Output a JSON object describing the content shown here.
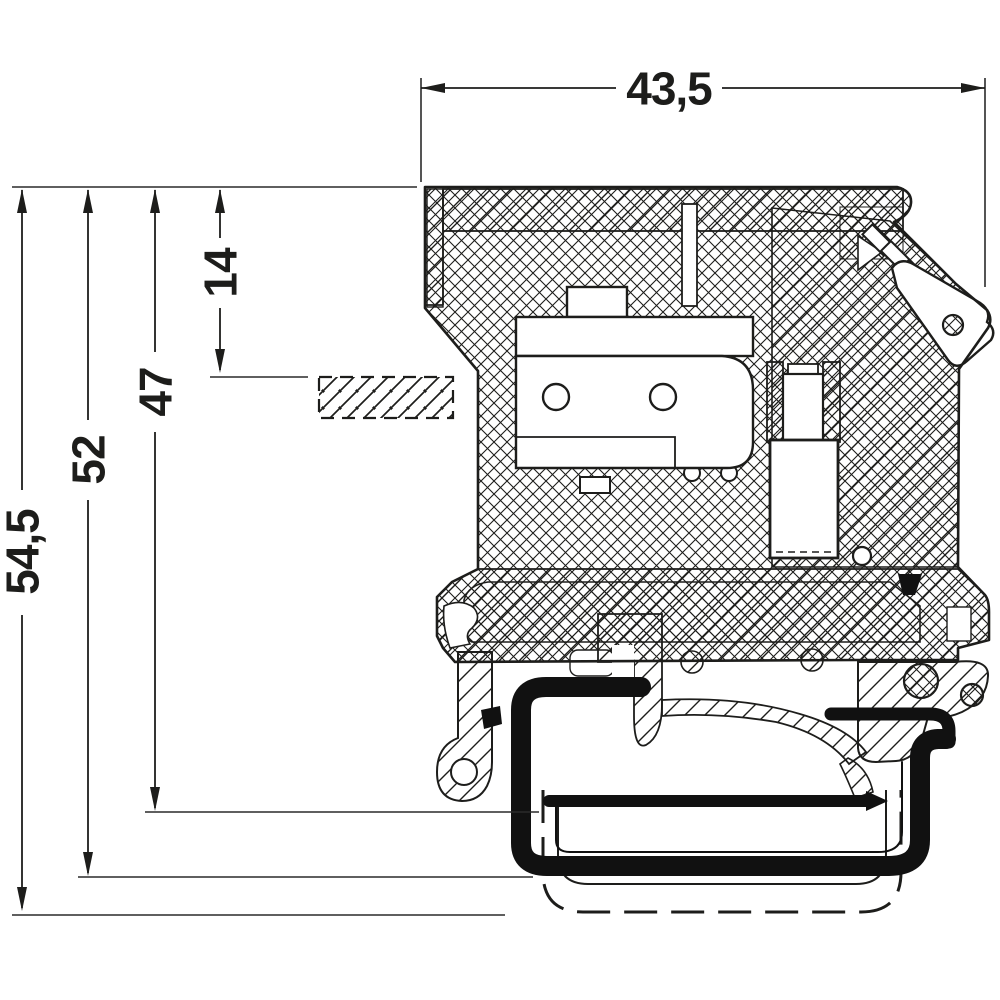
{
  "drawing": {
    "type": "technical-dimension-drawing",
    "subject": "din-rail-terminal-block-side-section",
    "colors": {
      "ink": "#1d1d1b",
      "background": "#ffffff",
      "rail": "#111111"
    },
    "dimensions": {
      "top_width": {
        "label": "43,5",
        "orientation": "horizontal"
      },
      "total_height": {
        "label": "54,5",
        "orientation": "vertical"
      },
      "rail_bottom_height": {
        "label": "52",
        "orientation": "vertical"
      },
      "upper_height": {
        "label": "47",
        "orientation": "vertical"
      },
      "entry_height": {
        "label": "14",
        "orientation": "vertical"
      }
    }
  }
}
